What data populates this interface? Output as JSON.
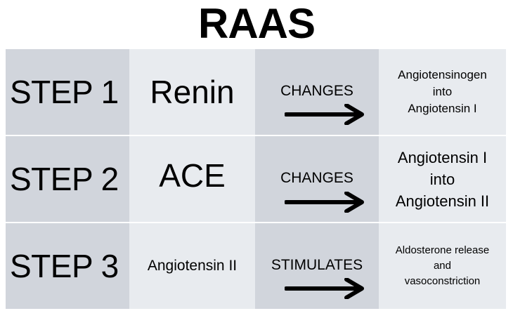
{
  "title": "RAAS",
  "steps": [
    {
      "label": "STEP 1",
      "agent": "Renin",
      "action": "CHANGES",
      "result": "Angiotensinogen\ninto\nAngiotensin I"
    },
    {
      "label": "STEP 2",
      "agent": "ACE",
      "action": "CHANGES",
      "result": "Angiotensin I\ninto\nAngiotensin II"
    },
    {
      "label": "STEP 3",
      "agent": "Angiotensin II",
      "action": "STIMULATES",
      "result": "Aldosterone release\nand\nvasoconstriction"
    }
  ],
  "colors": {
    "dark_cell": "#d1d5dc",
    "light_cell": "#e8ebef",
    "text": "#000000"
  },
  "icons": {
    "action_arrow": "right-arrow-icon"
  }
}
